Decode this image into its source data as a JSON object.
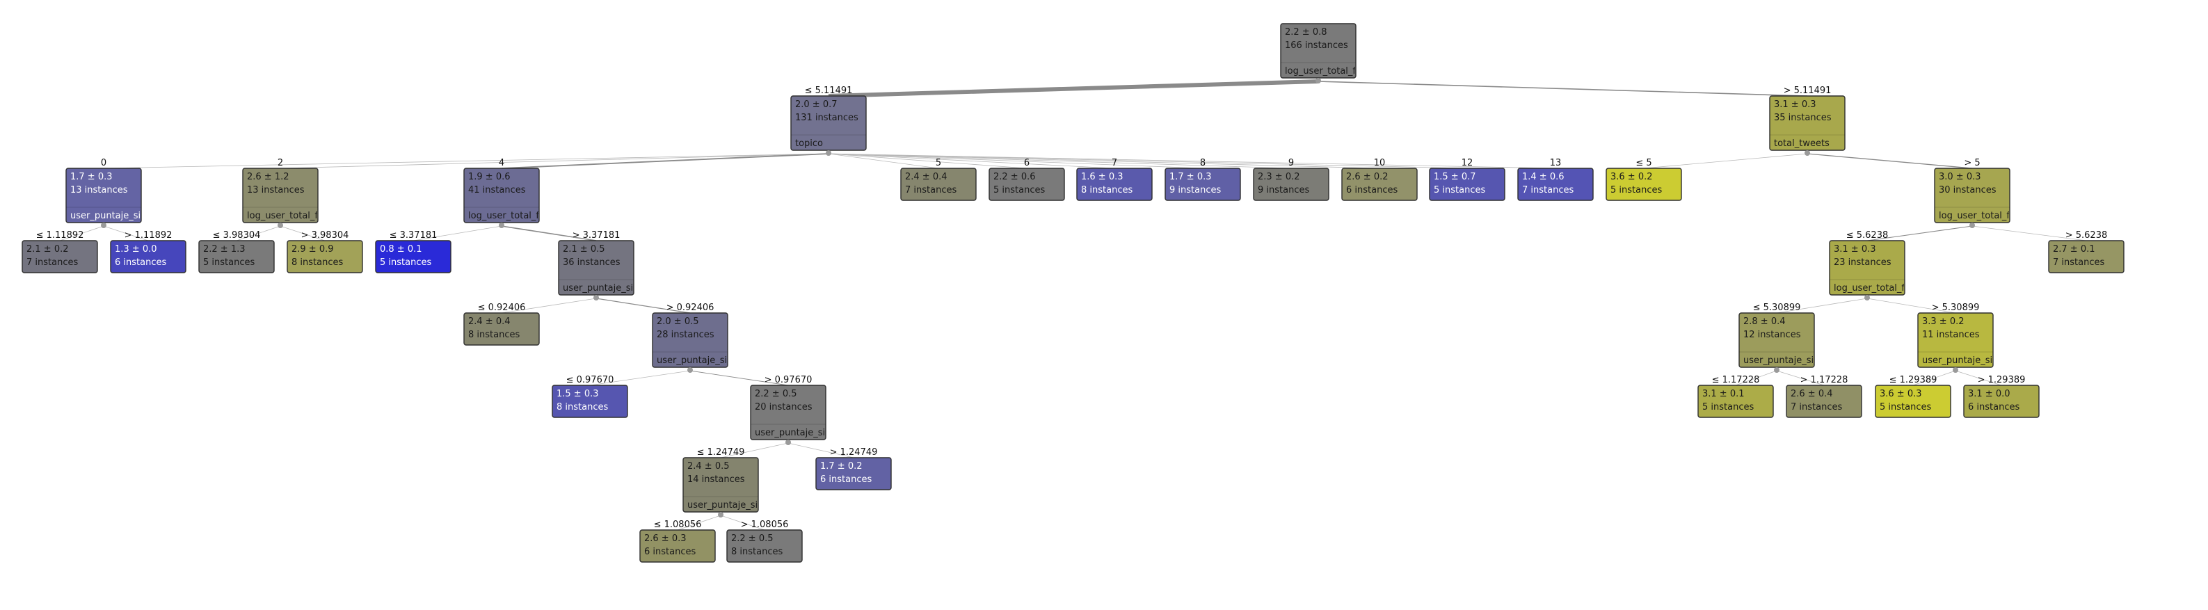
{
  "tree": {
    "nodes": [
      {
        "id": "root",
        "stat": "2.2 ± 0.8",
        "count": "166 instances",
        "split": "log_user_total_fol",
        "color": "#7a7a7a"
      },
      {
        "id": "n_le511",
        "edge": "≤ 5.11491",
        "stat": "2.0 ± 0.7",
        "count": "131 instances",
        "split": "topico",
        "color": "#727290"
      },
      {
        "id": "n_gt511",
        "edge": "> 5.11491",
        "stat": "3.1 ± 0.3",
        "count": "35 instances",
        "split": "total_tweets",
        "color": "#a8a84c"
      },
      {
        "id": "t0",
        "edge": "0",
        "stat": "1.7 ± 0.3",
        "count": "13 instances",
        "split": "user_puntaje_sig",
        "color": "#6464a4"
      },
      {
        "id": "t2",
        "edge": "2",
        "stat": "2.6 ± 1.2",
        "count": "13 instances",
        "split": "log_user_total_fol",
        "color": "#8c8c6c"
      },
      {
        "id": "t4",
        "edge": "4",
        "stat": "1.9 ± 0.6",
        "count": "41 instances",
        "split": "log_user_total_fol",
        "color": "#6c6c94"
      },
      {
        "id": "t5",
        "edge": "5",
        "stat": "2.4 ± 0.4",
        "count": "7 instances",
        "split": "",
        "color": "#86866e"
      },
      {
        "id": "t6",
        "edge": "6",
        "stat": "2.2 ± 0.6",
        "count": "5 instances",
        "split": "",
        "color": "#7a7a7a"
      },
      {
        "id": "t7",
        "edge": "7",
        "stat": "1.6 ± 0.3",
        "count": "8 instances",
        "split": "",
        "color": "#5a5aac"
      },
      {
        "id": "t8",
        "edge": "8",
        "stat": "1.7 ± 0.3",
        "count": "9 instances",
        "split": "",
        "color": "#6060a6"
      },
      {
        "id": "t9",
        "edge": "9",
        "stat": "2.3 ± 0.2",
        "count": "9 instances",
        "split": "",
        "color": "#7c7c76"
      },
      {
        "id": "t10",
        "edge": "10",
        "stat": "2.6 ± 0.2",
        "count": "6 instances",
        "split": "",
        "color": "#92926a"
      },
      {
        "id": "t12",
        "edge": "12",
        "stat": "1.5 ± 0.7",
        "count": "5 instances",
        "split": "",
        "color": "#5656b0"
      },
      {
        "id": "t13",
        "edge": "13",
        "stat": "1.4 ± 0.6",
        "count": "7 instances",
        "split": "",
        "color": "#5454b4"
      },
      {
        "id": "tt_le5",
        "edge": "≤ 5",
        "stat": "3.6 ± 0.2",
        "count": "5 instances",
        "split": "",
        "color": "#cccc32"
      },
      {
        "id": "tt_gt5",
        "edge": "> 5",
        "stat": "3.0 ± 0.3",
        "count": "30 instances",
        "split": "log_user_total_fol",
        "color": "#a6a650"
      },
      {
        "id": "a1",
        "edge": "≤ 1.11892",
        "stat": "2.1 ± 0.2",
        "count": "7 instances",
        "split": "",
        "color": "#747480"
      },
      {
        "id": "a2",
        "edge": "> 1.11892",
        "stat": "1.3 ± 0.0",
        "count": "6 instances",
        "split": "",
        "color": "#4646bc"
      },
      {
        "id": "b1",
        "edge": "≤ 3.98304",
        "stat": "2.2 ± 1.3",
        "count": "5 instances",
        "split": "",
        "color": "#7a7a7a"
      },
      {
        "id": "b2",
        "edge": "> 3.98304",
        "stat": "2.9 ± 0.9",
        "count": "8 instances",
        "split": "",
        "color": "#a2a258"
      },
      {
        "id": "c1",
        "edge": "≤ 3.37181",
        "stat": "0.8 ± 0.1",
        "count": "5 instances",
        "split": "",
        "color": "#2a2ad8"
      },
      {
        "id": "c2",
        "edge": "> 3.37181",
        "stat": "2.1 ± 0.5",
        "count": "36 instances",
        "split": "user_puntaje_sig",
        "color": "#747480"
      },
      {
        "id": "d1",
        "edge": "≤ 0.92406",
        "stat": "2.4 ± 0.4",
        "count": "8 instances",
        "split": "",
        "color": "#86866e"
      },
      {
        "id": "d2",
        "edge": "> 0.92406",
        "stat": "2.0 ± 0.5",
        "count": "28 instances",
        "split": "user_puntaje_sig",
        "color": "#6e6e8e"
      },
      {
        "id": "e1",
        "edge": "≤ 0.97670",
        "stat": "1.5 ± 0.3",
        "count": "8 instances",
        "split": "",
        "color": "#5656b0"
      },
      {
        "id": "e2",
        "edge": "> 0.97670",
        "stat": "2.2 ± 0.5",
        "count": "20 instances",
        "split": "user_puntaje_sig",
        "color": "#7a7a7a"
      },
      {
        "id": "f1",
        "edge": "≤ 1.24749",
        "stat": "2.4 ± 0.5",
        "count": "14 instances",
        "split": "user_puntaje_sig",
        "color": "#84846e"
      },
      {
        "id": "f2",
        "edge": "> 1.24749",
        "stat": "1.7 ± 0.2",
        "count": "6 instances",
        "split": "",
        "color": "#6262a4"
      },
      {
        "id": "g1",
        "edge": "≤ 1.08056",
        "stat": "2.6 ± 0.3",
        "count": "6 instances",
        "split": "",
        "color": "#929264"
      },
      {
        "id": "g2",
        "edge": "> 1.08056",
        "stat": "2.2 ± 0.5",
        "count": "8 instances",
        "split": "",
        "color": "#7a7a7a"
      },
      {
        "id": "h1",
        "edge": "≤ 5.6238",
        "stat": "3.1 ± 0.3",
        "count": "23 instances",
        "split": "log_user_total_fol",
        "color": "#aaaa4a"
      },
      {
        "id": "h2",
        "edge": "> 5.6238",
        "stat": "2.7 ± 0.1",
        "count": "7 instances",
        "split": "",
        "color": "#969664"
      },
      {
        "id": "i1",
        "edge": "≤ 5.30899",
        "stat": "2.8 ± 0.4",
        "count": "12 instances",
        "split": "user_puntaje_sig",
        "color": "#9c9c5c"
      },
      {
        "id": "i2",
        "edge": "> 5.30899",
        "stat": "3.3 ± 0.2",
        "count": "11 instances",
        "split": "user_puntaje_sig",
        "color": "#b8b840"
      },
      {
        "id": "j1",
        "edge": "≤ 1.17228",
        "stat": "3.1 ± 0.1",
        "count": "5 instances",
        "split": "",
        "color": "#acac48"
      },
      {
        "id": "j2",
        "edge": "> 1.17228",
        "stat": "2.6 ± 0.4",
        "count": "7 instances",
        "split": "",
        "color": "#909066"
      },
      {
        "id": "k1",
        "edge": "≤ 1.29389",
        "stat": "3.6 ± 0.3",
        "count": "5 instances",
        "split": "",
        "color": "#cccc32"
      },
      {
        "id": "k2",
        "edge": "> 1.29389",
        "stat": "3.1 ± 0.0",
        "count": "6 instances",
        "split": "",
        "color": "#aaaa4a"
      }
    ],
    "edges": [
      {
        "from": "root",
        "to": "n_le511"
      },
      {
        "from": "root",
        "to": "n_gt511"
      },
      {
        "from": "n_le511",
        "to": "t0"
      },
      {
        "from": "n_le511",
        "to": "t2"
      },
      {
        "from": "n_le511",
        "to": "t4"
      },
      {
        "from": "n_le511",
        "to": "t5"
      },
      {
        "from": "n_le511",
        "to": "t6"
      },
      {
        "from": "n_le511",
        "to": "t7"
      },
      {
        "from": "n_le511",
        "to": "t8"
      },
      {
        "from": "n_le511",
        "to": "t9"
      },
      {
        "from": "n_le511",
        "to": "t10"
      },
      {
        "from": "n_le511",
        "to": "t12"
      },
      {
        "from": "n_le511",
        "to": "t13"
      },
      {
        "from": "n_gt511",
        "to": "tt_le5"
      },
      {
        "from": "n_gt511",
        "to": "tt_gt5"
      },
      {
        "from": "t0",
        "to": "a1"
      },
      {
        "from": "t0",
        "to": "a2"
      },
      {
        "from": "t2",
        "to": "b1"
      },
      {
        "from": "t2",
        "to": "b2"
      },
      {
        "from": "t4",
        "to": "c1"
      },
      {
        "from": "t4",
        "to": "c2"
      },
      {
        "from": "c2",
        "to": "d1"
      },
      {
        "from": "c2",
        "to": "d2"
      },
      {
        "from": "d2",
        "to": "e1"
      },
      {
        "from": "d2",
        "to": "e2"
      },
      {
        "from": "e2",
        "to": "f1"
      },
      {
        "from": "e2",
        "to": "f2"
      },
      {
        "from": "f1",
        "to": "g1"
      },
      {
        "from": "f1",
        "to": "g2"
      },
      {
        "from": "tt_gt5",
        "to": "h1"
      },
      {
        "from": "tt_gt5",
        "to": "h2"
      },
      {
        "from": "h1",
        "to": "i1"
      },
      {
        "from": "h1",
        "to": "i2"
      },
      {
        "from": "i1",
        "to": "j1"
      },
      {
        "from": "i1",
        "to": "j2"
      },
      {
        "from": "i2",
        "to": "k1"
      },
      {
        "from": "i2",
        "to": "k2"
      }
    ]
  }
}
